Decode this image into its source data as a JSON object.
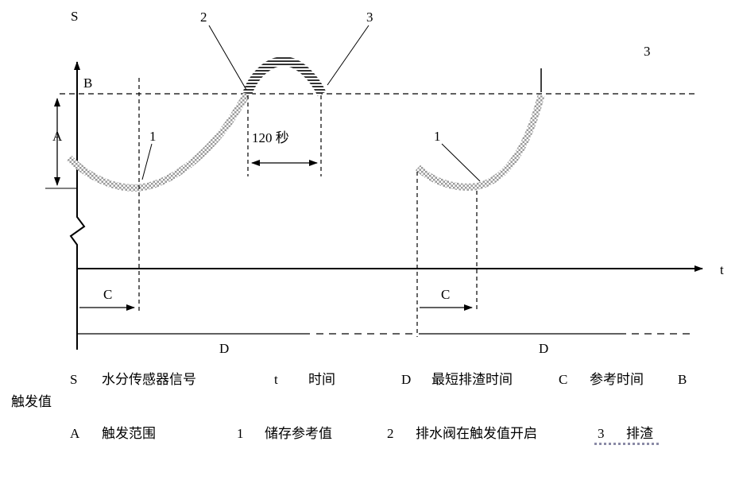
{
  "diagram": {
    "y_axis_label": "S",
    "x_axis_label": "t",
    "trigger_value_label": "B",
    "trigger_range_label": "A",
    "ref_point_left_label": "1",
    "valve_open_label": "2",
    "drain_top_label": "3",
    "drain_right_label": "3",
    "ref_point_right_label": "1",
    "duration_label": "120 秒",
    "ref_time_left_label": "C",
    "ref_time_right_label": "C",
    "drain_time_left_label": "D",
    "drain_time_right_label": "D"
  },
  "legend": {
    "row1": [
      {
        "key": "S",
        "value": "水分传感器信号"
      },
      {
        "key": "t",
        "value": "时间"
      },
      {
        "key": "D",
        "value": "最短排渣时间"
      },
      {
        "key": "C",
        "value": "参考时间"
      }
    ],
    "b_key": "B",
    "b_value_wrapped": "触发值",
    "row3": [
      {
        "key": "A",
        "value": "触发范围"
      },
      {
        "key": "1",
        "value": "储存参考值"
      },
      {
        "key": "2",
        "value": "排水阀在触发值开启"
      },
      {
        "key": "3",
        "value": "排渣"
      }
    ]
  },
  "colors": {
    "ink": "#000000",
    "curve_texture": "#9a9a9a",
    "stripe_dark": "#333333"
  }
}
